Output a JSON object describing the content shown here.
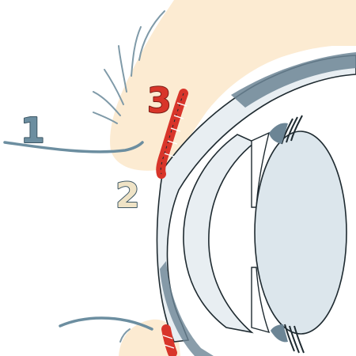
{
  "labels": {
    "one": "1",
    "two": "2",
    "three": "3"
  },
  "colors": {
    "lid_skin": "#fcebd2",
    "cornea_blue": "#e8eef2",
    "lens_fill": "#dce6ec",
    "outline": "#1e2a30",
    "sclera_dark": "#8fa3ae",
    "slate_accent": "#6c8595",
    "lash": "#7f9aa8",
    "gland_red": "#d8352a",
    "label_blue": "#6c8ea0",
    "label_cream": "#efe3c6",
    "label_red": "#d8352a"
  }
}
